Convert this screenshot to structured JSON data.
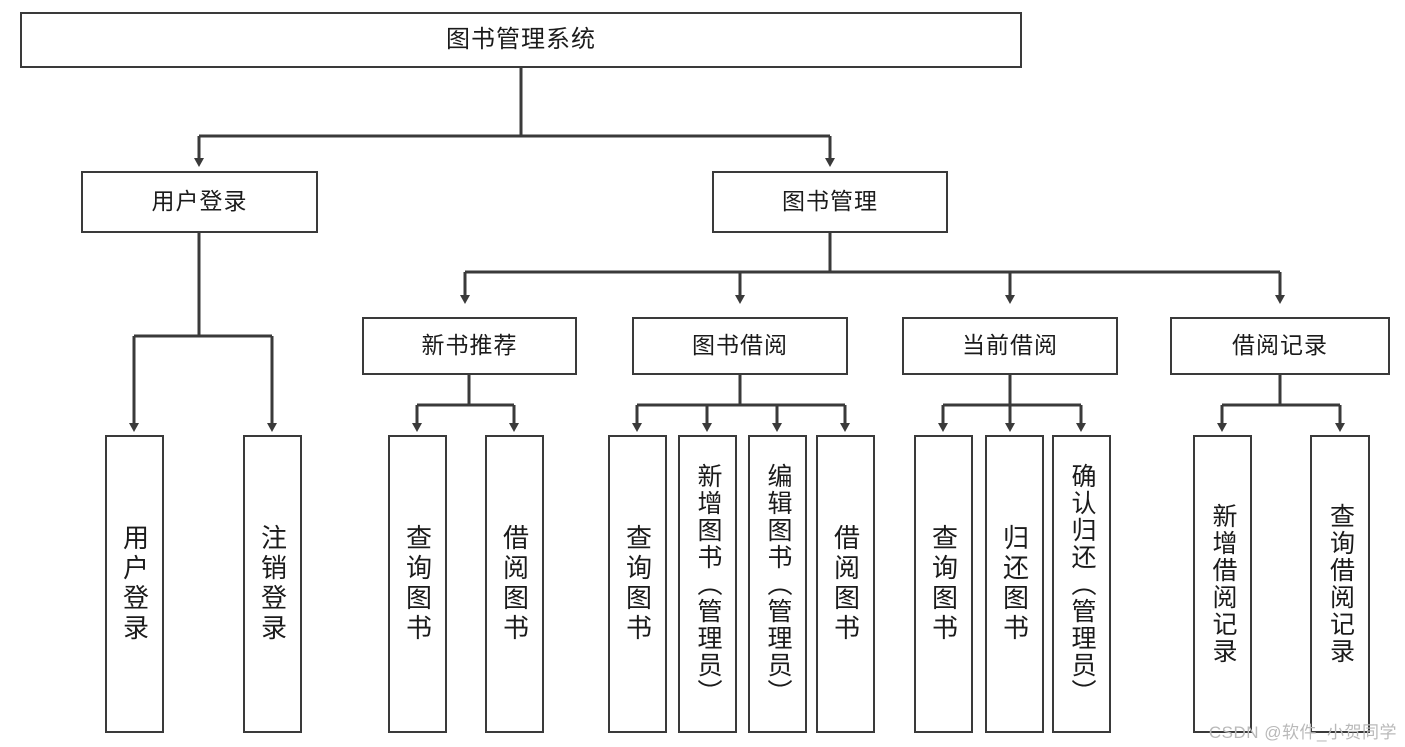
{
  "diagram": {
    "type": "tree-hierarchy",
    "title": "图书管理系统",
    "root": {
      "id": "root",
      "label": "图书管理系统"
    },
    "level1": [
      {
        "id": "user-login",
        "label": "用户登录"
      },
      {
        "id": "book-manage",
        "label": "图书管理"
      }
    ],
    "level2": [
      {
        "id": "new-book-rec",
        "label": "新书推荐",
        "parent": "book-manage"
      },
      {
        "id": "book-borrow",
        "label": "图书借阅",
        "parent": "book-manage"
      },
      {
        "id": "current-borrow",
        "label": "当前借阅",
        "parent": "book-manage"
      },
      {
        "id": "borrow-record",
        "label": "借阅记录",
        "parent": "book-manage"
      }
    ],
    "leaves": [
      {
        "id": "leaf-user-login",
        "label": "用户登录",
        "parent": "user-login"
      },
      {
        "id": "leaf-logout",
        "label": "注销登录",
        "parent": "user-login"
      },
      {
        "id": "leaf-query-book-1",
        "label": "查询图书",
        "parent": "new-book-rec"
      },
      {
        "id": "leaf-borrow-book-1",
        "label": "借阅图书",
        "parent": "new-book-rec"
      },
      {
        "id": "leaf-query-book-2",
        "label": "查询图书",
        "parent": "book-borrow"
      },
      {
        "id": "leaf-add-book",
        "label": "新增图书（管理员）",
        "parent": "book-borrow"
      },
      {
        "id": "leaf-edit-book",
        "label": "编辑图书（管理员）",
        "parent": "book-borrow"
      },
      {
        "id": "leaf-borrow-book-2",
        "label": "借阅图书",
        "parent": "book-borrow"
      },
      {
        "id": "leaf-query-book-3",
        "label": "查询图书",
        "parent": "current-borrow"
      },
      {
        "id": "leaf-return-book",
        "label": "归还图书",
        "parent": "current-borrow"
      },
      {
        "id": "leaf-confirm-return",
        "label": "确认归还（管理员）",
        "parent": "current-borrow"
      },
      {
        "id": "leaf-add-record",
        "label": "新增借阅记录",
        "parent": "borrow-record"
      },
      {
        "id": "leaf-query-record",
        "label": "查询借阅记录",
        "parent": "borrow-record"
      }
    ],
    "colors": {
      "stroke": "#3a3a3a",
      "text": "#1b1b1b",
      "background": "#ffffff",
      "watermark": "#b9b9b9"
    }
  },
  "watermark": {
    "text": "CSDN @软件_小贺同学"
  }
}
